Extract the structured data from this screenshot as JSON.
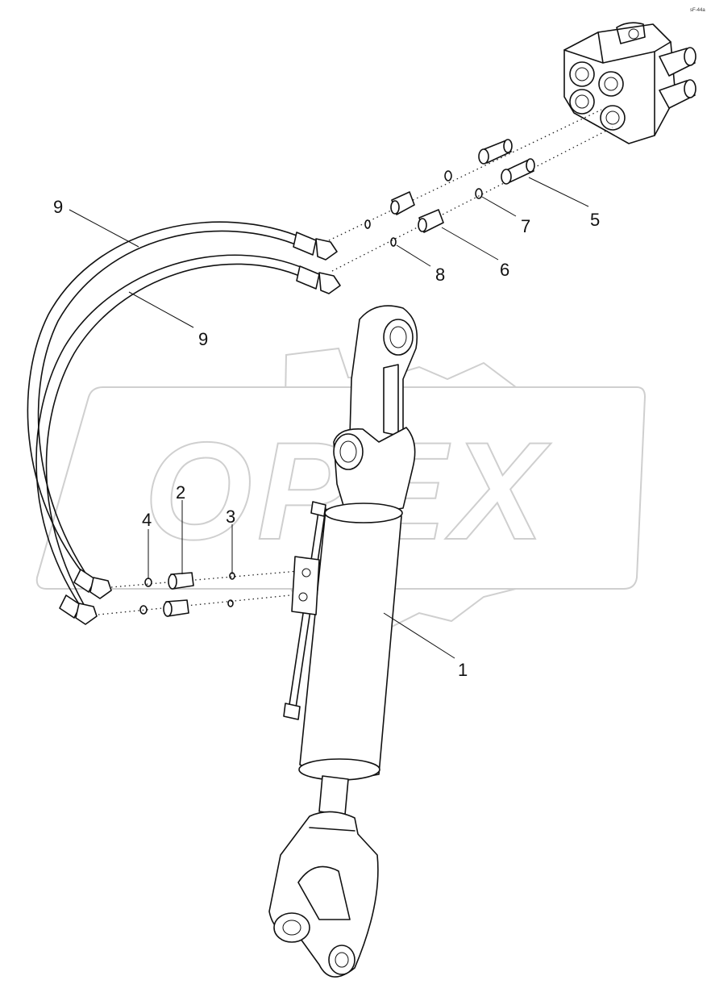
{
  "corner_code": "sF-44a",
  "watermark": {
    "text": "OPEX"
  },
  "callouts": [
    {
      "id": "1",
      "label": "1"
    },
    {
      "id": "2",
      "label": "2"
    },
    {
      "id": "3",
      "label": "3"
    },
    {
      "id": "4",
      "label": "4"
    },
    {
      "id": "5",
      "label": "5"
    },
    {
      "id": "6",
      "label": "6"
    },
    {
      "id": "7",
      "label": "7"
    },
    {
      "id": "8",
      "label": "8"
    },
    {
      "id": "9a",
      "label": "9"
    },
    {
      "id": "9b",
      "label": "9"
    }
  ]
}
